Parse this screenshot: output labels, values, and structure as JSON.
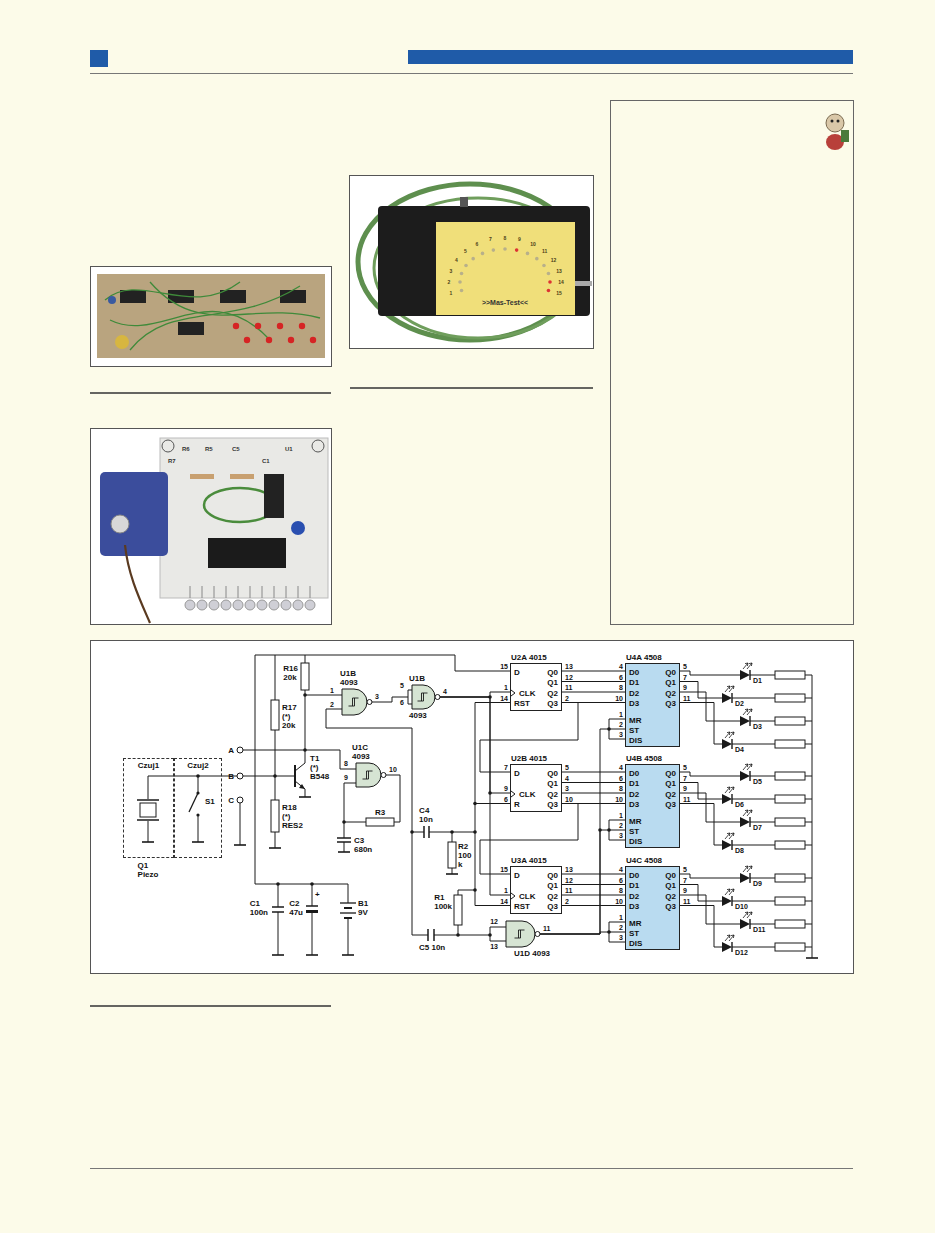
{
  "diagram": {
    "nodes": [
      {
        "text": [
          "Czuj1"
        ]
      },
      {
        "text": [
          "Czuj2"
        ]
      },
      {
        "text": [
          "U1B 4093"
        ]
      },
      {
        "text": [
          "U1B",
          "4093"
        ]
      },
      {
        "text": [
          "U1C 4093"
        ]
      },
      {
        "text": [
          "U1D 4093"
        ]
      },
      {
        "text": [
          "U2A 4015",
          "D",
          "CLK",
          "RST",
          "Q0",
          "Q1",
          "Q2",
          "Q3"
        ]
      },
      {
        "text": [
          "U2B 4015",
          "D",
          "CLK",
          "R",
          "Q0",
          "Q1",
          "Q2",
          "Q3"
        ]
      },
      {
        "text": [
          "U3A 4015",
          "D",
          "CLK",
          "RST",
          "Q0",
          "Q1",
          "Q2",
          "Q3"
        ]
      },
      {
        "text": [
          "U4A 4508",
          "D0",
          "D1",
          "D2",
          "D3",
          "MR",
          "ST",
          "DIS",
          "Q0",
          "Q1",
          "Q2",
          "Q3"
        ]
      },
      {
        "text": [
          "U4B 4508",
          "D0",
          "D1",
          "D2",
          "D3",
          "MR",
          "ST",
          "DIS",
          "Q0",
          "Q1",
          "Q2",
          "Q3"
        ]
      },
      {
        "text": [
          "U4C 4508",
          "D0",
          "D1",
          "D2",
          "D3",
          "MR",
          "ST",
          "DIS",
          "Q0",
          "Q1",
          "Q2",
          "Q3"
        ]
      }
    ],
    "edges": [
      {
        "from": 2,
        "to": 3,
        "arrow": "none"
      },
      {
        "from": 3,
        "to": 6,
        "arrow": "none"
      },
      {
        "from": 3,
        "to": 7,
        "arrow": "none"
      },
      {
        "from": 3,
        "to": 8,
        "arrow": "none"
      },
      {
        "from": 6,
        "to": 7,
        "arrow": "none"
      },
      {
        "from": 7,
        "to": 8,
        "arrow": "none"
      },
      {
        "from": 6,
        "to": 9,
        "arrow": "none"
      },
      {
        "from": 6,
        "to": 9,
        "arrow": "none"
      },
      {
        "from": 6,
        "to": 9,
        "arrow": "none"
      },
      {
        "from": 6,
        "to": 9,
        "arrow": "none"
      },
      {
        "from": 7,
        "to": 10,
        "arrow": "none"
      },
      {
        "from": 7,
        "to": 10,
        "arrow": "none"
      },
      {
        "from": 7,
        "to": 10,
        "arrow": "none"
      },
      {
        "from": 7,
        "to": 10,
        "arrow": "none"
      },
      {
        "from": 8,
        "to": 11,
        "arrow": "none"
      },
      {
        "from": 8,
        "to": 11,
        "arrow": "none"
      },
      {
        "from": 8,
        "to": 11,
        "arrow": "none"
      },
      {
        "from": 8,
        "to": 11,
        "arrow": "none"
      },
      {
        "from": 5,
        "to": 9,
        "arrow": "none"
      },
      {
        "from": 5,
        "to": 10,
        "arrow": "none"
      },
      {
        "from": 5,
        "to": 11,
        "arrow": "none"
      }
    ],
    "labels": [
      "R16 20k",
      "R17 (*) 20k",
      "R18 (*) RES2",
      "A",
      "B",
      "C",
      "T1 (*) B548",
      "S1",
      "Q1 Piezo",
      "C1 100n",
      "C2 47u",
      "+",
      "B1 9V",
      "C3 680n",
      "R3",
      "C4 10n",
      "R2 100 k",
      "R1 100k",
      "C5 10n",
      "1",
      "2",
      "3",
      "5",
      "6",
      "4",
      "8",
      "9",
      "10",
      "12",
      "13",
      "11",
      "15",
      "1",
      "14",
      "13",
      "12",
      "11",
      "2",
      "7",
      "9",
      "6",
      "5",
      "4",
      "3",
      "10",
      "15",
      "1",
      "14",
      "13",
      "12",
      "11",
      "2",
      "4",
      "6",
      "8",
      "10",
      "1",
      "2",
      "3",
      "5",
      "7",
      "9",
      "11",
      "4",
      "6",
      "8",
      "10",
      "1",
      "2",
      "3",
      "5",
      "7",
      "9",
      "11",
      "4",
      "6",
      "8",
      "10",
      "1",
      "2",
      "3",
      "5",
      "7",
      "9",
      "11",
      "D1",
      "D2",
      "D3",
      "D4",
      "D5",
      "D6",
      "D7",
      "D8",
      "D9",
      "D10",
      "D11",
      "D12",
      ">>Mas-Test<<",
      "1",
      "2",
      "3",
      "4",
      "5",
      "6",
      "7",
      "8",
      "9",
      "10",
      "11",
      "12",
      "13",
      "14",
      "15",
      "R6",
      "R7",
      "R5",
      "C5",
      "C1",
      "U1"
    ]
  }
}
